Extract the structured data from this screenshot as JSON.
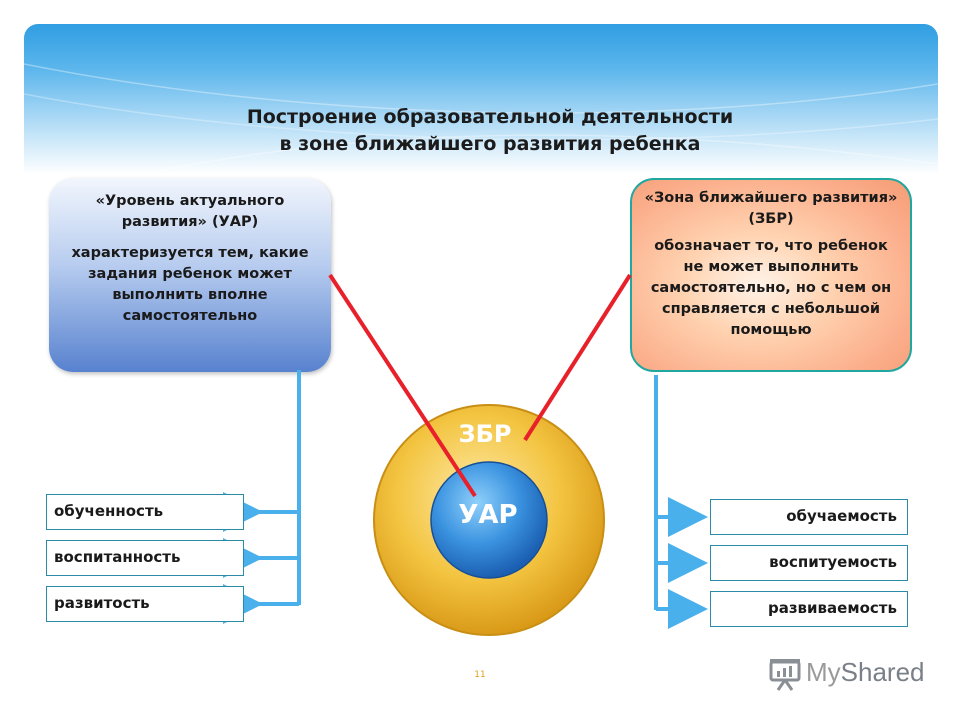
{
  "title": {
    "line1": "Построение образовательной деятельности",
    "line2": "в зоне ближайшего развития ребенка"
  },
  "left_box": {
    "heading": "«Уровень актуального развития» (УАР)",
    "text": "характеризуется тем, какие задания ребенок может выполнить вполне самостоятельно"
  },
  "right_box": {
    "heading": "«Зона ближайшего развития» (ЗБР)",
    "text": "обозначает то, что ребенок не может выполнить самостоятельно, но с чем он справляется с небольшой помощью"
  },
  "circle": {
    "outer_label": "ЗБР",
    "inner_label": "УАР"
  },
  "left_items": [
    "обученность",
    "воспитанность",
    "развитость"
  ],
  "right_items": [
    "обучаемость",
    "воспитуемость",
    "развиваемость"
  ],
  "page_number": "11",
  "logo": {
    "text_part1": "My",
    "text_part2": "Shared"
  },
  "colors": {
    "connector_red": "#e8202a",
    "arrow_blue": "#49b0ec",
    "outer_circle": "#f2c13a",
    "inner_circle": "#2f86d8"
  }
}
